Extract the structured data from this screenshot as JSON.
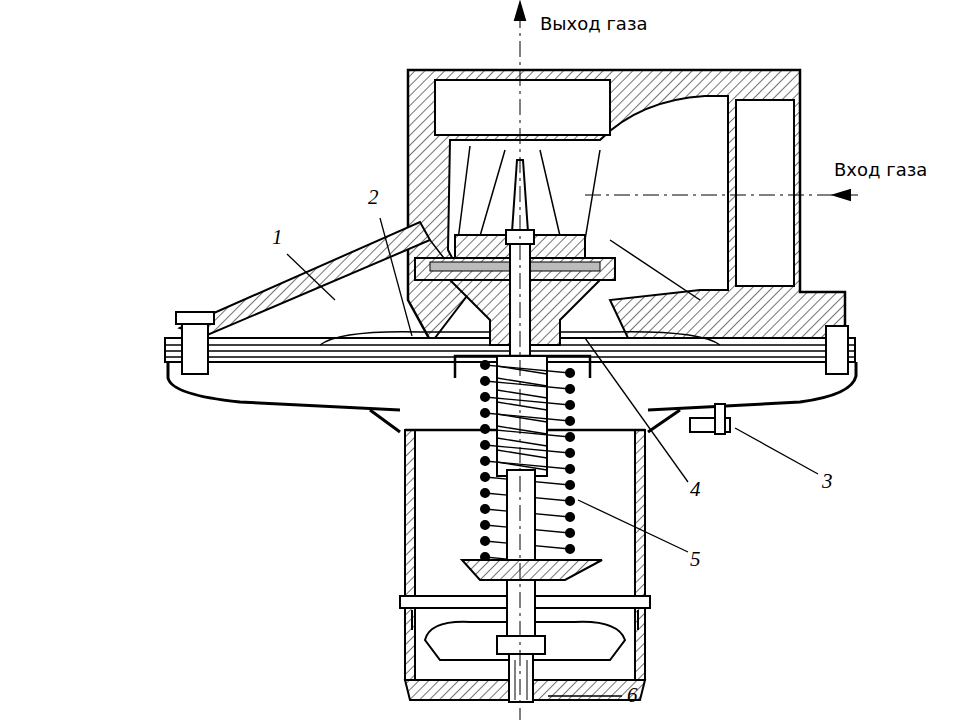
{
  "diagram": {
    "labels": [
      "Выход газа",
      "Вход газа",
      "1",
      "2",
      "3",
      "4",
      "5",
      "6"
    ]
  }
}
